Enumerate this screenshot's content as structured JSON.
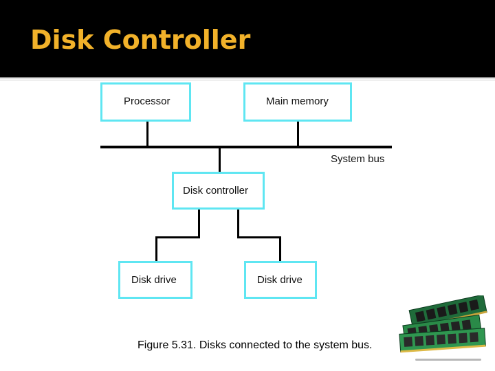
{
  "slide": {
    "title": "Disk Controller",
    "caption": "Figure 5.31.  Disks connected to the system bus."
  },
  "diagram": {
    "processor_label": "Processor",
    "main_memory_label": "Main memory",
    "system_bus_label": "System bus",
    "disk_controller_label": "Disk controller",
    "disk_drive_1_label": "Disk drive",
    "disk_drive_2_label": "Disk drive"
  },
  "colors": {
    "title": "#f2b22a",
    "header_background": "#000000",
    "box_border": "#5fe6f2",
    "connector": "#000000"
  },
  "decoration": {
    "image": "memory-module-icon"
  }
}
